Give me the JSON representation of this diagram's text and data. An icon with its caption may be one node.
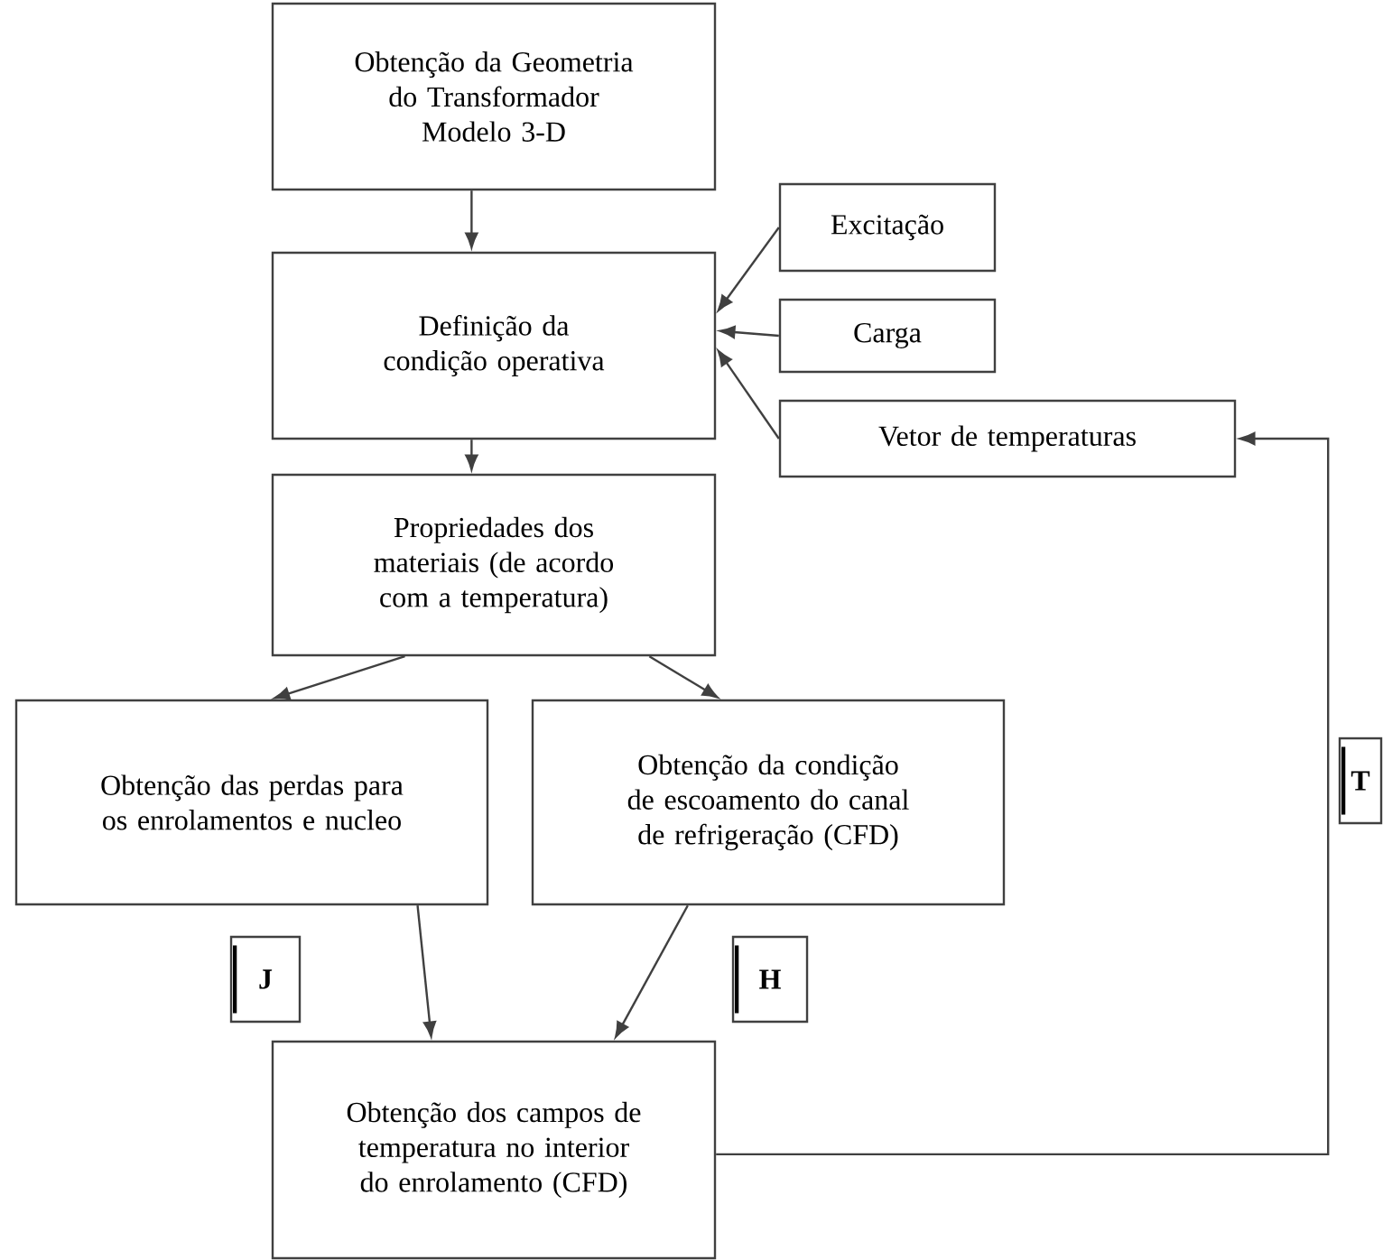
{
  "diagram": {
    "nodes": [
      {
        "text": [
          "Obtenção da Geometria do Transformador Modelo 3-D"
        ]
      },
      {
        "text": [
          "Definição da condição operativa"
        ]
      },
      {
        "text": [
          "Excitação"
        ]
      },
      {
        "text": [
          "Carga"
        ]
      },
      {
        "text": [
          "Vetor de temperaturas"
        ]
      },
      {
        "text": [
          "Propriedades dos materiais (de acordo com a temperatura)"
        ]
      },
      {
        "text": [
          "Obtenção das perdas para os enrolamentos e nucleo"
        ]
      },
      {
        "text": [
          "Obtenção da condição de escoamento do canal de refrigeração (CFD)"
        ]
      },
      {
        "text": [
          "J"
        ]
      },
      {
        "text": [
          "H"
        ]
      },
      {
        "text": [
          "T"
        ]
      },
      {
        "text": [
          "Obtenção dos campos de temperatura no interior do enrolamento (CFD)"
        ]
      }
    ],
    "edges": [
      {
        "from": 0,
        "to": 1,
        "arrow": "to"
      },
      {
        "from": 2,
        "to": 1,
        "arrow": "to"
      },
      {
        "from": 3,
        "to": 1,
        "arrow": "to"
      },
      {
        "from": 4,
        "to": 1,
        "arrow": "to"
      },
      {
        "from": 1,
        "to": 5,
        "arrow": "to"
      },
      {
        "from": 5,
        "to": 6,
        "arrow": "to"
      },
      {
        "from": 5,
        "to": 7,
        "arrow": "to"
      },
      {
        "from": 6,
        "to": 11,
        "arrow": "to"
      },
      {
        "from": 7,
        "to": 11,
        "arrow": "to"
      },
      {
        "from": 11,
        "to": 4,
        "arrow": "to"
      }
    ]
  }
}
